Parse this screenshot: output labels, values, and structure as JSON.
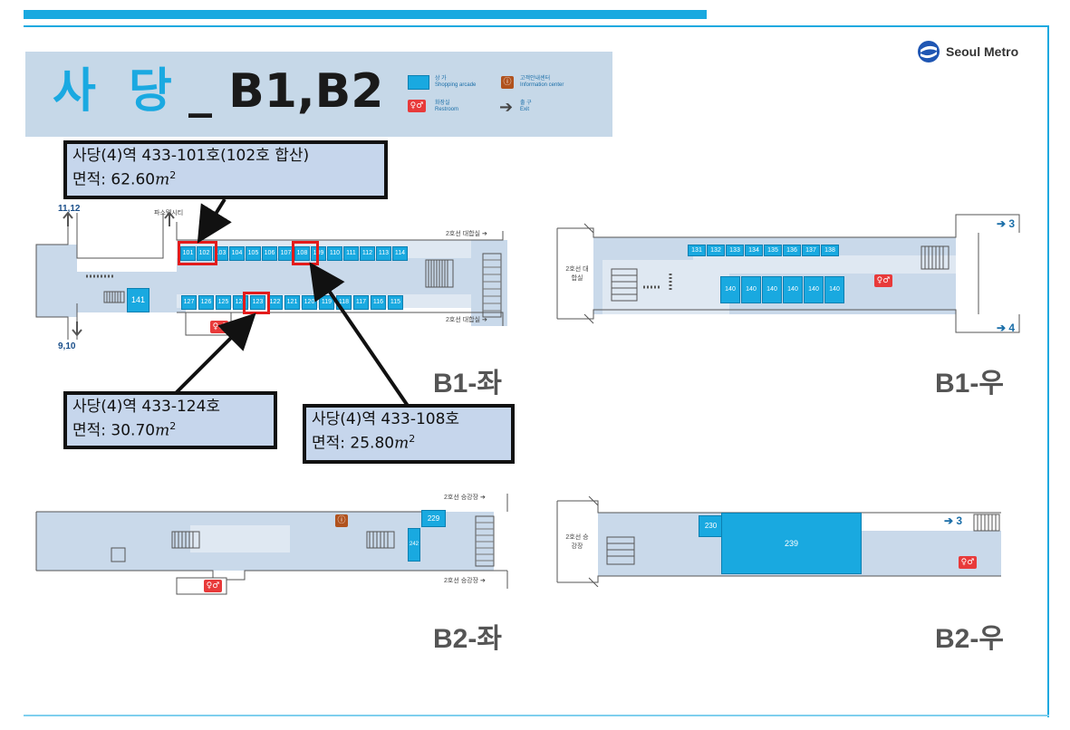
{
  "title": {
    "part1": "사  당",
    "part2": "_ B1,B2"
  },
  "logo": {
    "text": "Seoul Metro"
  },
  "legend": {
    "shop_kr": "상 가",
    "shop_en": "Shopping arcade",
    "info_kr": "고객안내센터",
    "info_en": "Information center",
    "rest_kr": "화장실",
    "rest_en": "Restroom",
    "exit_kr": "출 구",
    "exit_en": "Exit"
  },
  "callouts": {
    "c1": {
      "line1": "사당(4)역 433-101호(102호 합산)",
      "area_label": "면적: ",
      "area_value": "62.60",
      "unit": "m",
      "unit_exp": "2"
    },
    "c2": {
      "line1": "사당(4)역 433-124호",
      "area_label": "면적: ",
      "area_value": "30.70",
      "unit": "m",
      "unit_exp": "2"
    },
    "c3": {
      "line1": "사당(4)역 433-108호",
      "area_label": "면적: ",
      "area_value": "25.80",
      "unit": "m",
      "unit_exp": "2"
    }
  },
  "sections": {
    "b1_left": "B1-좌",
    "b1_right": "B1-우",
    "b2_left": "B2-좌",
    "b2_right": "B2-우"
  },
  "b1_left": {
    "exit_top_left": "11,12",
    "exit_top_mid": "파스텔시티",
    "exit_bottom_left": "9,10",
    "platform_top": "2호선 대합실",
    "platform_bottom": "2호선 대합실",
    "top_row": [
      "101",
      "102",
      "103",
      "104",
      "105",
      "106",
      "107",
      "108",
      "109",
      "110",
      "111",
      "112",
      "113",
      "114"
    ],
    "bottom_row": [
      "127",
      "126",
      "125",
      "124",
      "123",
      "122",
      "121",
      "120",
      "119",
      "118",
      "117",
      "116",
      "115"
    ],
    "single": "141"
  },
  "b1_right": {
    "exit_top": "3",
    "exit_bottom": "4",
    "platform": "2호선 대합실",
    "top_row": [
      "131",
      "132",
      "133",
      "134",
      "135",
      "136",
      "137",
      "138"
    ],
    "bottom_row": [
      "140",
      "140",
      "140",
      "140",
      "140",
      "140"
    ]
  },
  "b2_left": {
    "platform_top": "2호선 승강장",
    "platform_bottom": "2호선 승강장",
    "shops": [
      "229",
      "242"
    ]
  },
  "b2_right": {
    "exit": "3",
    "platform": "2호선 승강장",
    "shops": [
      "230",
      "239"
    ]
  }
}
